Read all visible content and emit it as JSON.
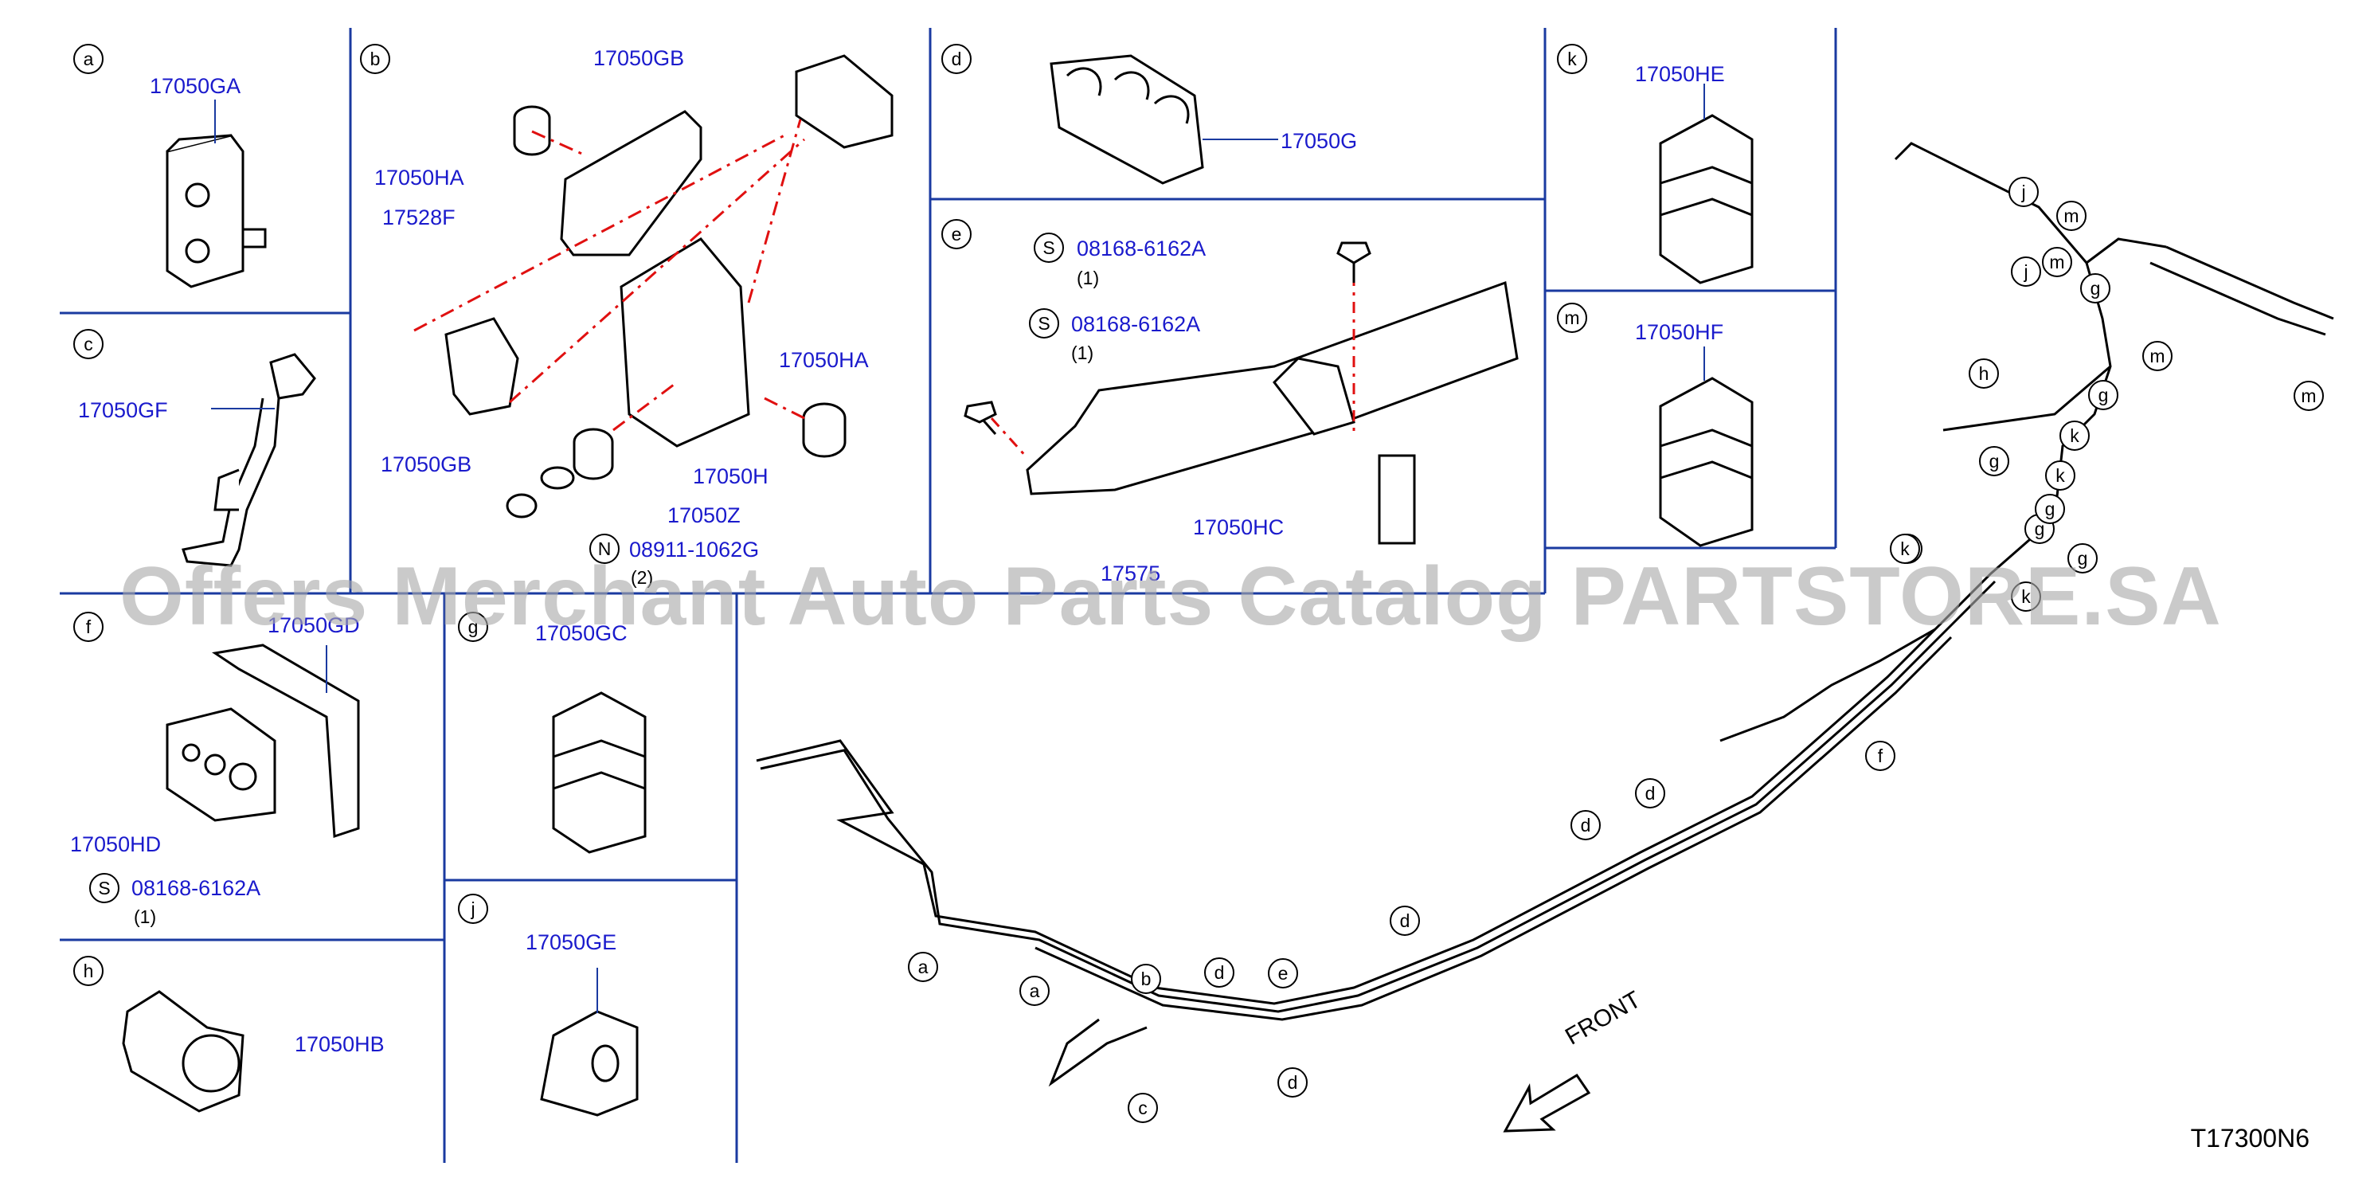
{
  "sections": [
    {
      "id": "a",
      "parts": [
        {
          "label": "17050GA"
        }
      ]
    },
    {
      "id": "b",
      "parts": [
        {
          "label": "17050GB"
        },
        {
          "label": "17050HA"
        },
        {
          "label": "17528F"
        },
        {
          "label": "17050GB"
        },
        {
          "label": "17050HA"
        },
        {
          "label": "17050H"
        },
        {
          "label": "17050Z"
        },
        {
          "label": "08911-1062G",
          "prefix": "N",
          "qty": "(2)"
        }
      ]
    },
    {
      "id": "c",
      "parts": [
        {
          "label": "17050GF"
        }
      ]
    },
    {
      "id": "d",
      "parts": [
        {
          "label": "17050G"
        }
      ]
    },
    {
      "id": "e",
      "parts": [
        {
          "label": "08168-6162A",
          "prefix": "S",
          "qty": "(1)"
        },
        {
          "label": "08168-6162A",
          "prefix": "S",
          "qty": "(1)"
        },
        {
          "label": "17575"
        },
        {
          "label": "17050HC"
        }
      ]
    },
    {
      "id": "f",
      "parts": [
        {
          "label": "17050GD"
        },
        {
          "label": "17050HD"
        },
        {
          "label": "08168-6162A",
          "prefix": "S",
          "qty": "(1)"
        }
      ]
    },
    {
      "id": "g",
      "parts": [
        {
          "label": "17050GC"
        }
      ]
    },
    {
      "id": "h",
      "parts": [
        {
          "label": "17050HB"
        }
      ]
    },
    {
      "id": "j",
      "parts": [
        {
          "label": "17050GE"
        }
      ]
    },
    {
      "id": "k",
      "parts": [
        {
          "label": "17050HE"
        }
      ]
    },
    {
      "id": "m",
      "parts": [
        {
          "label": "17050HF"
        }
      ]
    }
  ],
  "overview_callouts": [
    "a",
    "a",
    "b",
    "c",
    "d",
    "d",
    "e",
    "d",
    "d",
    "d",
    "f",
    "f",
    "k",
    "g",
    "k",
    "k",
    "g",
    "g",
    "g",
    "h",
    "j",
    "j",
    "m",
    "m",
    "m",
    "m",
    "g",
    "g",
    "k"
  ],
  "front_label": "FRONT",
  "watermark": "Offers Merchant Auto Parts Catalog PARTSTORE.SA",
  "drawing_ref": "T17300N6",
  "colors": {
    "part_number": "#1a1acc",
    "frame": "#1a3aa0",
    "dash": "#e01010",
    "line": "#000000"
  }
}
